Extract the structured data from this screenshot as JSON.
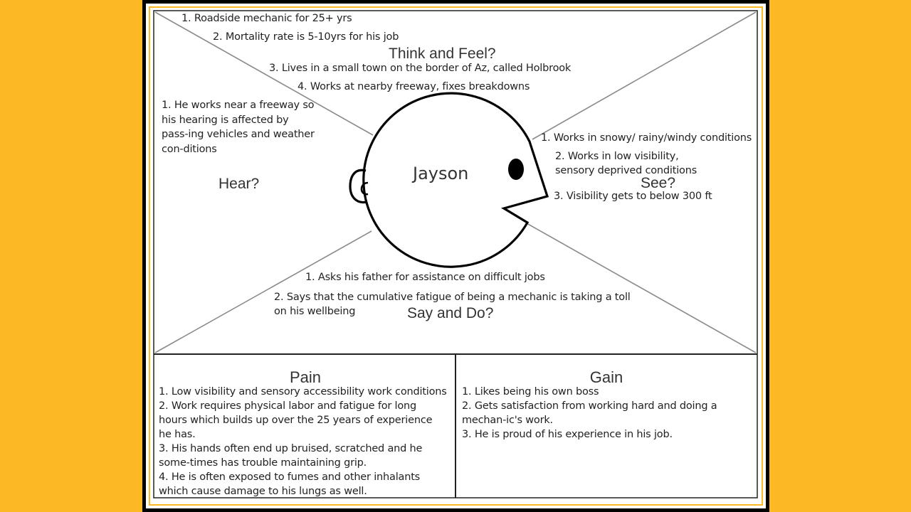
{
  "persona": {
    "name": "Jayson"
  },
  "quadrants": {
    "think_feel": {
      "title": "Think and Feel?",
      "items": [
        "1. Roadside mechanic for 25+ yrs",
        "2. Mortality rate is 5-10yrs for his job",
        "3. Lives in a small town on the border of Az, called Holbrook",
        "4. Works at nearby freeway, fixes breakdowns"
      ]
    },
    "hear": {
      "title": "Hear?",
      "items": [
        "1. He works near a freeway so his hearing is affected by pass-ing vehicles and weather con-ditions"
      ]
    },
    "see": {
      "title": "See?",
      "items": [
        "1. Works in snowy/ rainy/windy conditions",
        "2. Works in low visibility, sensory deprived conditions",
        "3. Visibility gets to below 300 ft"
      ]
    },
    "say_do": {
      "title": "Say and Do?",
      "items": [
        "1. Asks his father for assistance on difficult jobs",
        "2. Says that the cumulative fatigue of being a mechanic is taking a toll on his wellbeing"
      ]
    }
  },
  "pain": {
    "title": "Pain",
    "items": [
      "1. Low visibility and sensory accessibility work conditions",
      "2. Work requires physical labor and fatigue for long hours which builds up over the 25 years of experience he has.",
      "3. His hands often end up bruised, scratched and he some-times has trouble maintaining grip.",
      "4. He is often exposed to fumes and other inhalants which cause damage to his lungs as well."
    ]
  },
  "gain": {
    "title": "Gain",
    "items": [
      "1. Likes being his own boss",
      "2. Gets satisfaction from working hard and doing a mechan-ic's work.",
      "3. He is proud of his experience in his job."
    ]
  },
  "colors": {
    "background": "#FDB924",
    "frame": "#000000",
    "lines": "#8a8a8a"
  }
}
